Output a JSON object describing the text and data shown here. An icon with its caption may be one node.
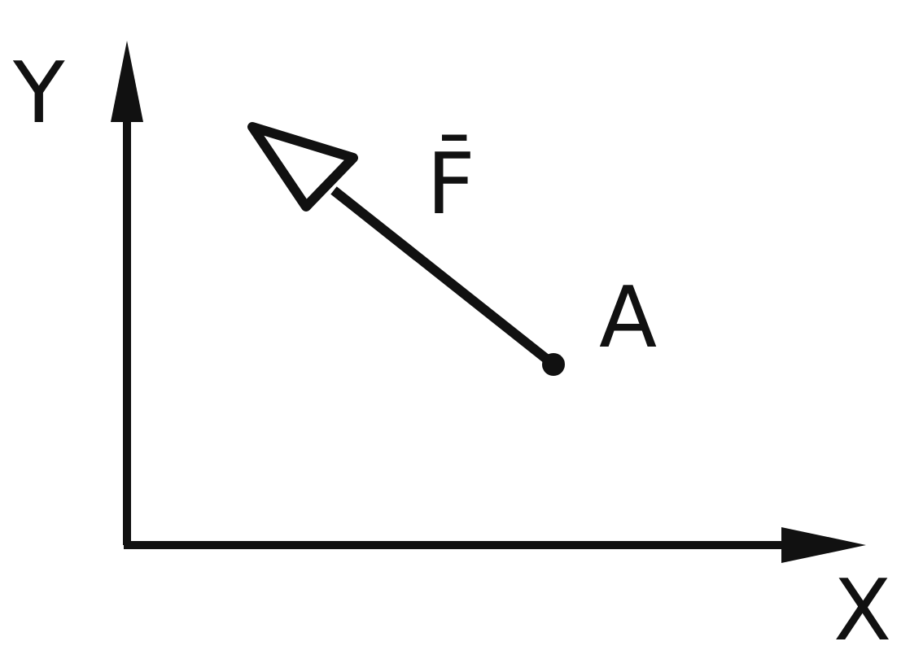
{
  "diagram": {
    "labels": [
      "Y",
      "F̄",
      "A",
      "X"
    ]
  }
}
